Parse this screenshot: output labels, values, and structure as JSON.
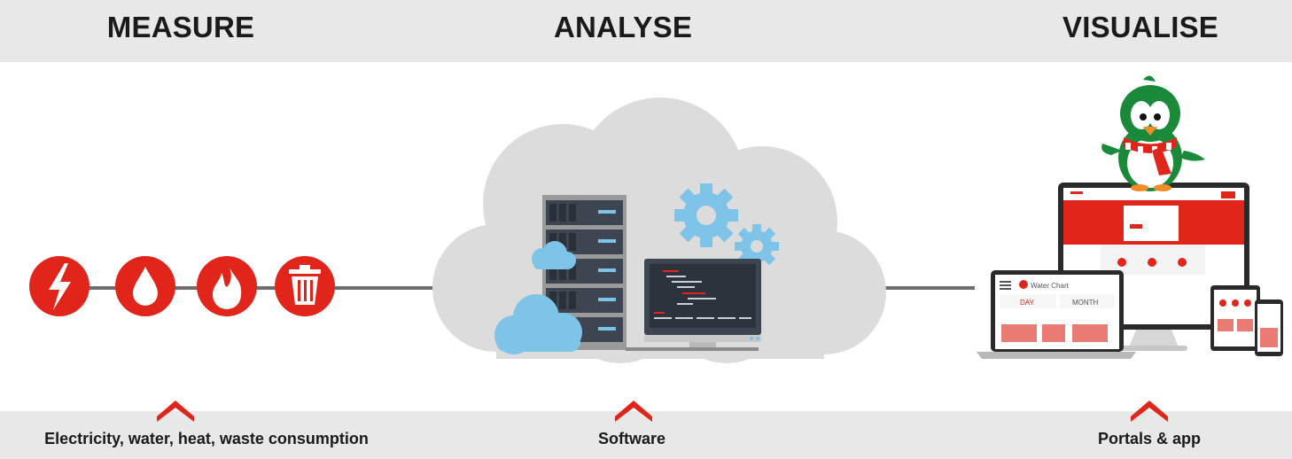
{
  "header": {
    "measure": "MEASURE",
    "analyse": "ANALYSE",
    "visualise": "VISUALISE"
  },
  "footer": {
    "measure_caption": "Electricity, water, heat, waste consumption",
    "analyse_caption": "Software",
    "visualise_caption": "Portals & app"
  },
  "devices": {
    "laptop_app_name": "Water Chart",
    "laptop_tab_day": "DAY",
    "laptop_tab_month": "MONTH"
  },
  "colors": {
    "accent_red": "#e1251b",
    "band_gray": "#e8e8e8",
    "cloud_gray": "#dcdcdc",
    "light_blue": "#7ec3e8",
    "penguin_green": "#1a8a3a"
  },
  "icons": [
    "lightning-icon",
    "water-drop-icon",
    "flame-icon",
    "trash-bin-icon",
    "gear-icon",
    "server-rack-icon",
    "monitor-icon",
    "penguin-mascot"
  ]
}
